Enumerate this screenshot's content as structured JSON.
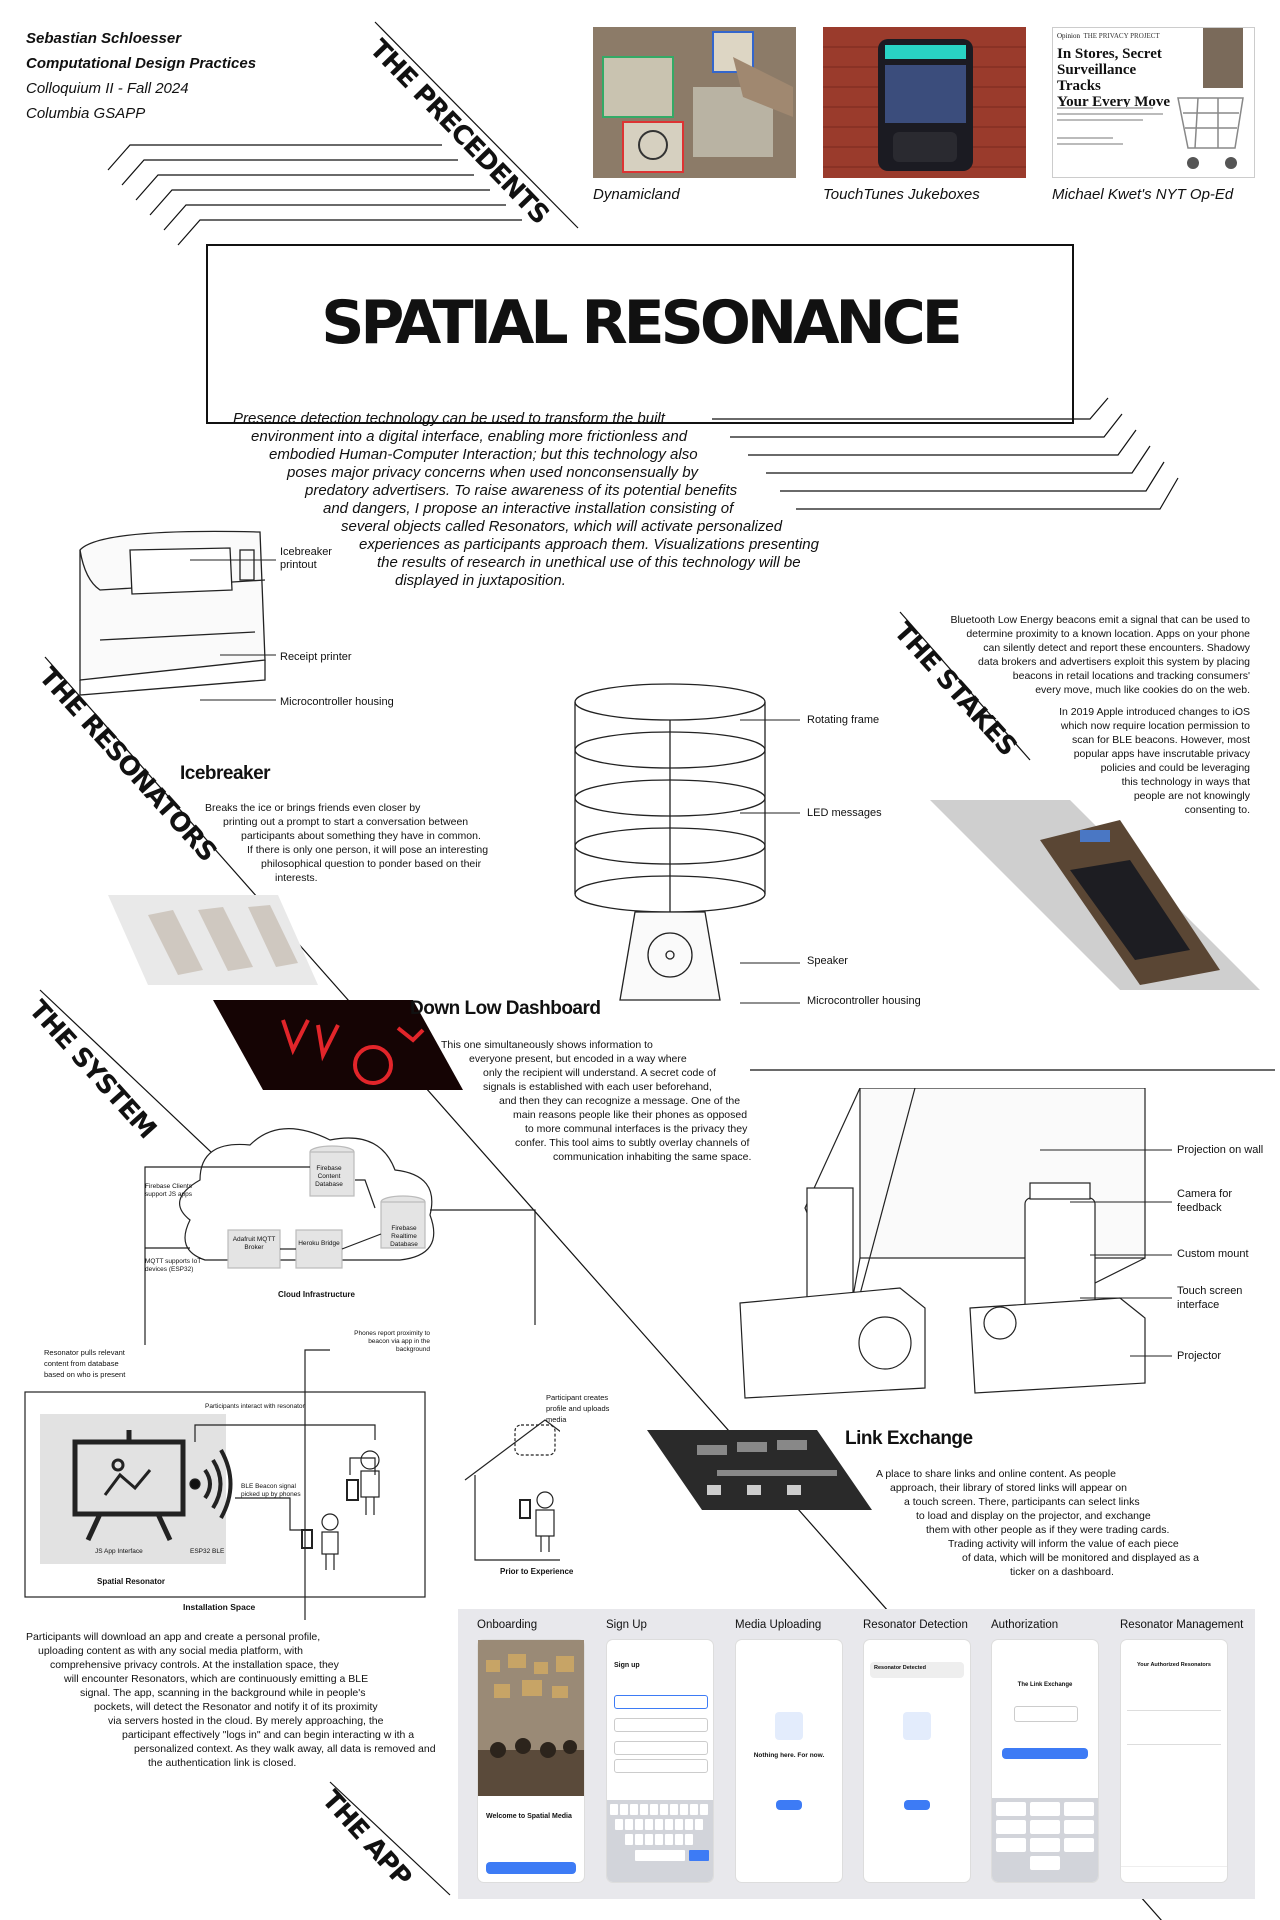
{
  "header": {
    "author": "Sebastian Schloesser",
    "course": "Computational Design Practices",
    "term": "Colloquium II - Fall 2024",
    "school": "Columbia GSAPP"
  },
  "sections": {
    "precedents": "THE PRECEDENTS",
    "resonators": "THE RESONATORS",
    "stakes": "THE STAKES",
    "system": "THE SYSTEM",
    "app": "THE APP"
  },
  "precedents": [
    {
      "caption": "Dynamicland"
    },
    {
      "caption": "TouchTunes Jukeboxes"
    },
    {
      "caption": "Michael Kwet's NYT Op-Ed"
    }
  ],
  "nyt": {
    "tag1": "Opinion",
    "tag2": "THE PRIVACY PROJECT",
    "headline1": "In Stores, Secret",
    "headline2": "Surveillance Tracks",
    "headline3": "Your Every Move"
  },
  "title": "SPATIAL RESONANCE",
  "abstract_lines": [
    "Presence detection technology can be used to transform the built",
    "environment into a digital interface, enabling more frictionless and",
    "embodied Human-Computer Interaction; but this technology also",
    "poses major privacy concerns when used nonconsensually by",
    "predatory advertisers. To raise awareness of its potential benefits",
    "and dangers, I propose an interactive installation consisting of",
    "several objects called Resonators, which will activate personalized",
    "experiences as participants approach them. Visualizations presenting",
    "the results of research in unethical use of this technology will be",
    "displayed in juxtaposition."
  ],
  "printer_labels": [
    "Icebreaker printout",
    "Receipt printer",
    "Microcontroller housing"
  ],
  "icebreaker": {
    "heading": "Icebreaker",
    "body": [
      "Breaks the ice or brings friends even closer by",
      "printing out a prompt to start a conversation between",
      "participants about something they have in common.",
      "If there is only one person, it will pose an interesting",
      "philosophical question to ponder based on their",
      "interests."
    ]
  },
  "dashboard_labels": [
    "Rotating frame",
    "LED messages",
    "Speaker",
    "Microcontroller housing"
  ],
  "downlow": {
    "heading": "Down Low Dashboard",
    "body": [
      "This one simultaneously shows information to",
      "everyone present, but encoded in a way where",
      "only the recipient will understand. A secret code of",
      "signals is established with each user beforehand,",
      "and then they can recognize a message. One of the",
      "main reasons people like their phones as opposed",
      "to more communal interfaces is the privacy they",
      "confer. This tool aims to subtly overlay channels of",
      "communication inhabiting the same space."
    ]
  },
  "stakes": {
    "para1": [
      "Bluetooth Low Energy beacons emit a signal that can be used to",
      "determine proximity to a known location. Apps on your phone",
      "can silently detect and report these encounters. Shadowy",
      "data brokers and advertisers exploit this system by placing",
      "beacons in retail locations and tracking consumers'",
      "every move, much like cookies do on the web."
    ],
    "para2": [
      "In 2019 Apple introduced changes to iOS",
      "which now require location permission to",
      "scan for BLE beacons. However, most",
      "popular apps have inscrutable privacy",
      "policies and could be leveraging",
      "this technology in ways that",
      "people are not knowingly",
      "consenting to."
    ]
  },
  "projector_labels": [
    "Projection on wall",
    "Camera for feedback",
    "Custom mount",
    "Touch screen interface",
    "Projector"
  ],
  "link_exchange": {
    "heading": "Link Exchange",
    "body": [
      "A place to share links and online content. As people",
      "approach, their library of stored links will appear on",
      "a touch screen. There, participants can select links",
      "to load and display on the projector, and exchange",
      "them with other people as if they were trading cards.",
      "Trading activity will inform the value of each piece",
      "of data, which will be monitored and displayed as a",
      "ticker on a dashboard."
    ]
  },
  "system": {
    "cloud_label": "Cloud Infrastructure",
    "firestore": "Firebase Content Database",
    "realtime": "Firebase Realtime Database",
    "heroku": "Heroku Bridge",
    "mqtt": "Adafruit MQTT Broker",
    "note_clients": "Firebase Clients support JS apps",
    "note_mqtt": "MQTT supports IoT devices (ESP32)",
    "note_pull": "Resonator pulls relevant content from database based on who is present",
    "note_phones": "Phones report proximity to beacon via app in the background",
    "note_interact": "Participants interact with resonator",
    "note_ble": "BLE Beacon signal picked up by phones",
    "note_profile": "Participant creates profile and uploads media",
    "js_app": "JS App Interface",
    "esp": "ESP32 BLE",
    "resonator": "Spatial Resonator",
    "space": "Installation Space",
    "prior": "Prior to Experience"
  },
  "system_body": [
    "Participants will download an app and create a personal profile,",
    "uploading content as with any social media platform, with",
    "comprehensive privacy controls. At the installation space, they",
    "will encounter Resonators, which are continuously emitting a BLE",
    "signal. The app, scanning in the background while in people's",
    "pockets, will detect the Resonator and notify it of its proximity",
    "via servers hosted in the cloud. By merely approaching, the",
    "participant effectively \"logs in\" and can begin interacting w ith a",
    "personalized context. As they walk away, all data is removed and",
    "the authentication link is closed."
  ],
  "app_screens": [
    {
      "title": "Onboarding",
      "text": "Welcome to Spatial Media"
    },
    {
      "title": "Sign Up",
      "text": "Sign up"
    },
    {
      "title": "Media Uploading",
      "text": "Nothing here. For now."
    },
    {
      "title": "Resonator Detection",
      "text": "Resonator Detected"
    },
    {
      "title": "Authorization",
      "text": "The Link Exchange"
    },
    {
      "title": "Resonator Management",
      "text": "Your Authorized Resonators"
    }
  ],
  "colors": {
    "ink": "#111111",
    "accent": "#3d7bf5",
    "panel": "#e8e8ec"
  }
}
